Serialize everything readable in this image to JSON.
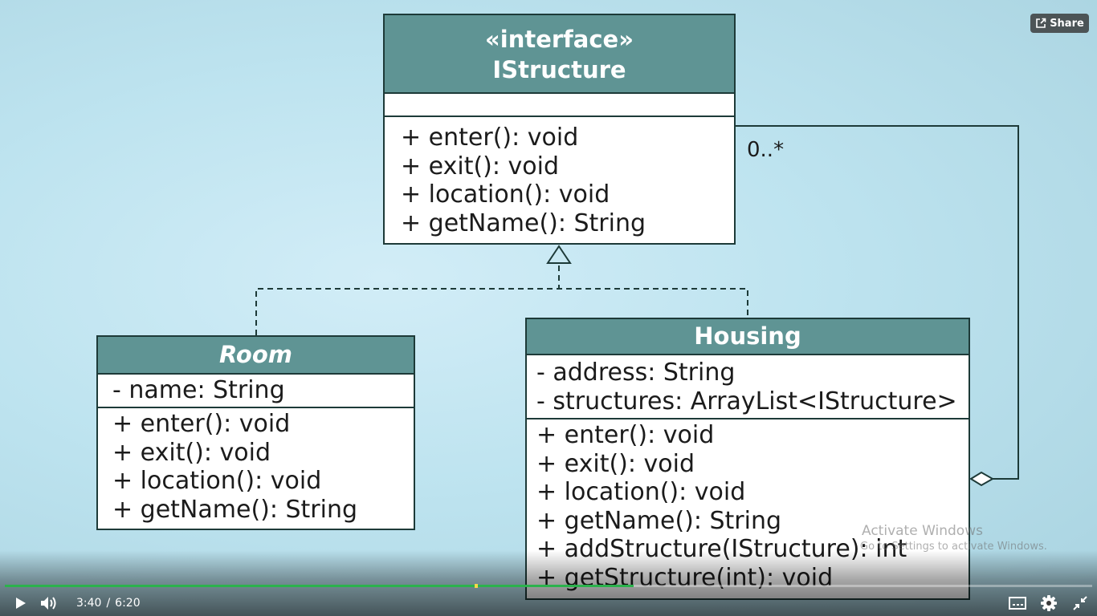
{
  "video": {
    "current_time": "3:40",
    "total_time": "6:20",
    "time_separator": "/",
    "progress_fraction": 0.578,
    "buffered_fraction": 0.578,
    "chapter_marker_fraction": 0.432,
    "share_label": "Share"
  },
  "diagram": {
    "interface_box": {
      "stereotype": "«interface»",
      "name": "IStructure",
      "operations": [
        "+ enter(): void",
        "+ exit(): void",
        "+ location(): void",
        "+ getName(): String"
      ]
    },
    "room_box": {
      "name": "Room",
      "attributes": [
        "- name: String"
      ],
      "operations": [
        "+ enter(): void",
        "+ exit(): void",
        "+ location(): void",
        "+ getName(): String"
      ]
    },
    "housing_box": {
      "name": "Housing",
      "attributes": [
        "- address: String",
        "- structures: ArrayList<IStructure>"
      ],
      "operations": [
        "+ enter(): void",
        "+ exit(): void",
        "+ location(): void",
        "+ getName(): String",
        "+ addStructure(IStructure): int",
        "+ getStructure(int): void"
      ]
    },
    "multiplicity": "0..*"
  },
  "watermark": {
    "title": "Activate Windows",
    "subtitle": "Go to Settings to activate Windows."
  },
  "icons": {
    "share": "share-icon",
    "play": "play-icon",
    "volume": "volume-icon",
    "captions": "captions-icon",
    "settings": "gear-icon",
    "exit_fullscreen": "exit-fullscreen-icon"
  },
  "colors": {
    "class_header": "#5f9494",
    "border": "#1d3a38",
    "progress": "#2bb24c",
    "chapter_marker": "#f5d84a"
  }
}
